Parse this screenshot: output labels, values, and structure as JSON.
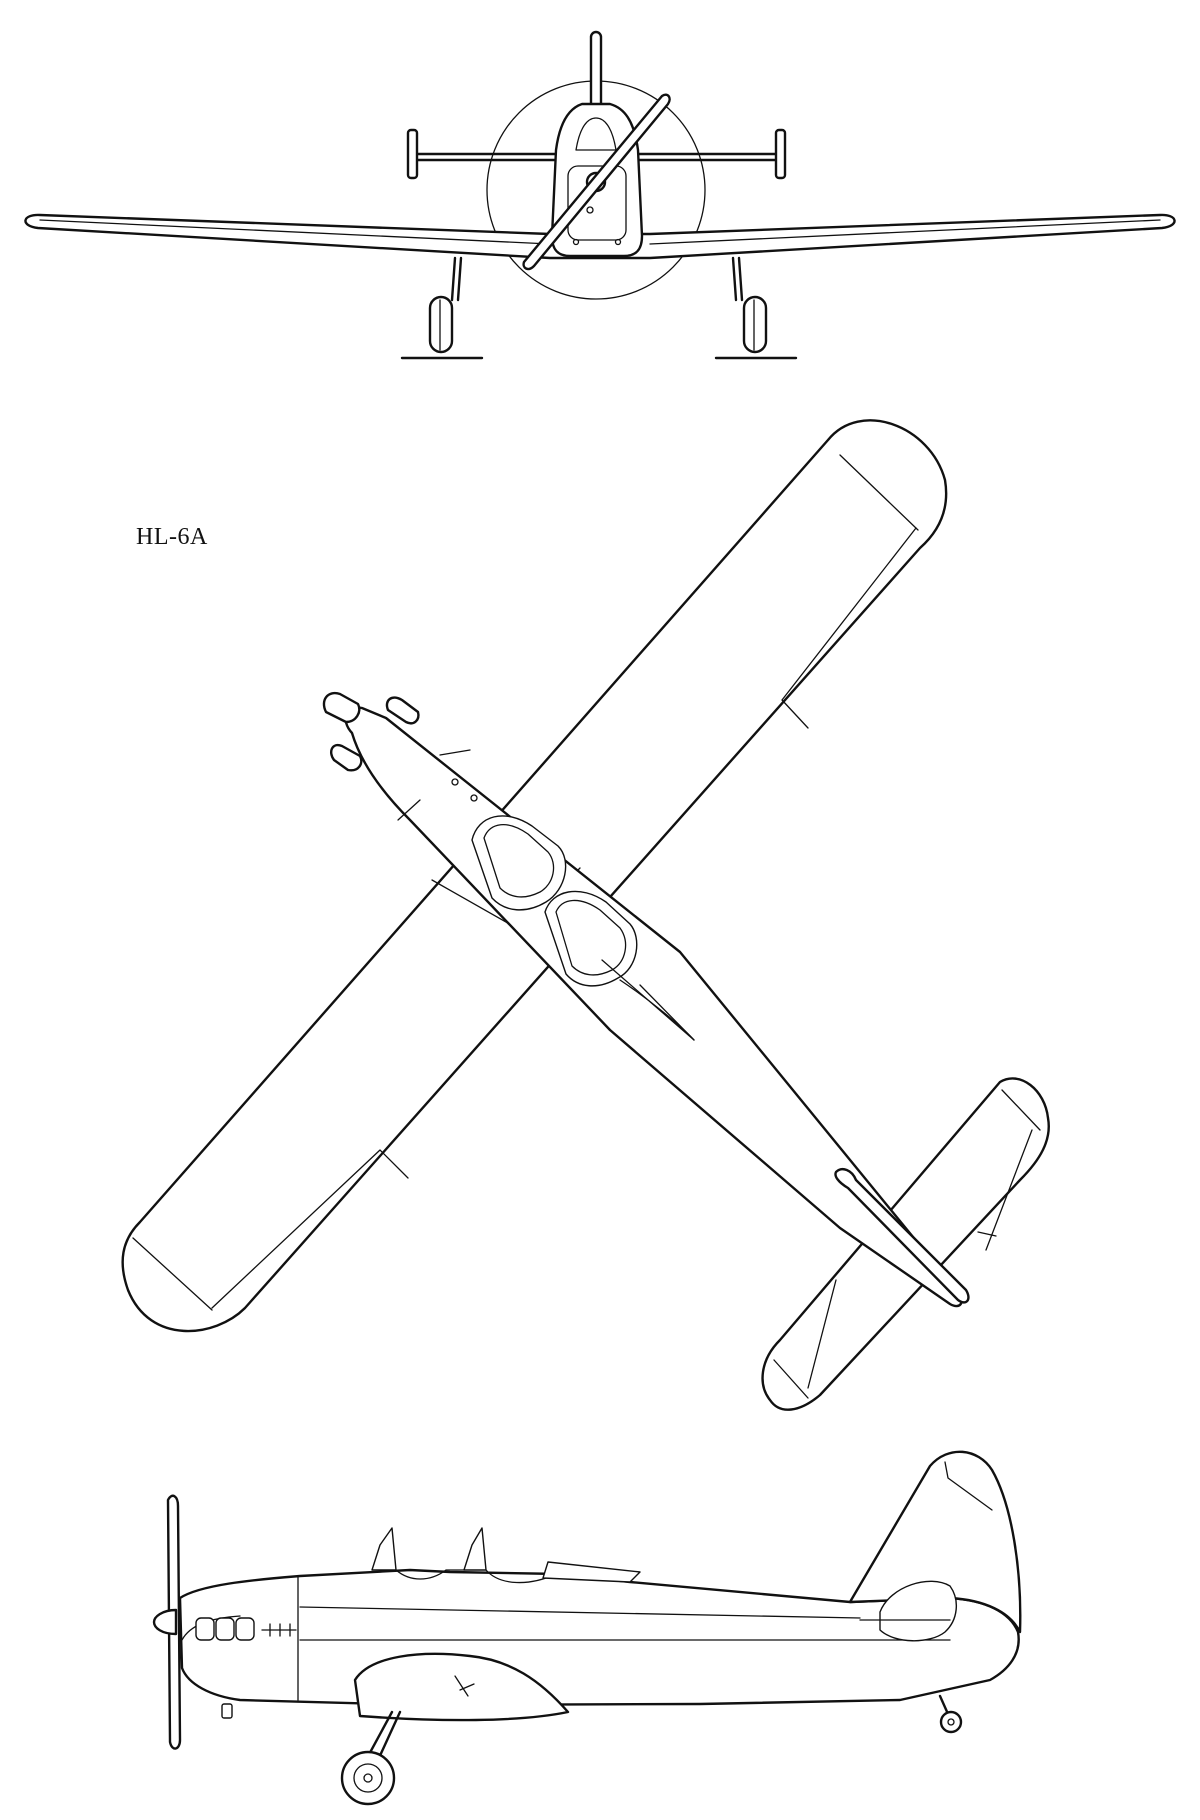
{
  "drawing": {
    "designation": "HL-6A",
    "views": [
      "front-view",
      "top-view",
      "side-view"
    ]
  },
  "colors": {
    "ink": "#111111",
    "paper": "#ffffff"
  }
}
